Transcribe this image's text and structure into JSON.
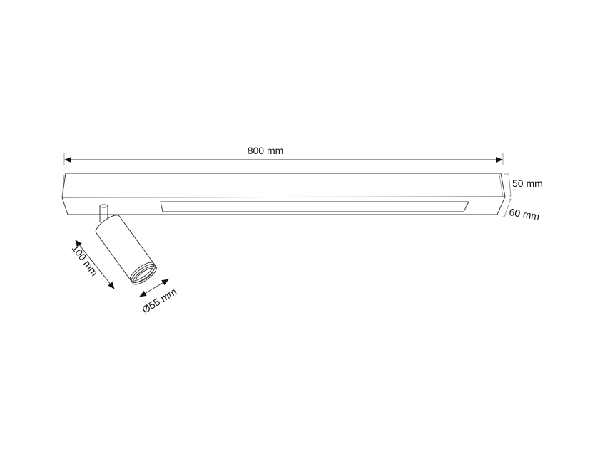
{
  "dimensions": {
    "length": "800 mm",
    "height": "50 mm",
    "depth": "60 mm",
    "spot_length": "100 mm",
    "spot_diameter": "Ø55 mm"
  },
  "colors": {
    "line": "#3a3a3a",
    "text": "#111111",
    "background": "#ffffff"
  }
}
